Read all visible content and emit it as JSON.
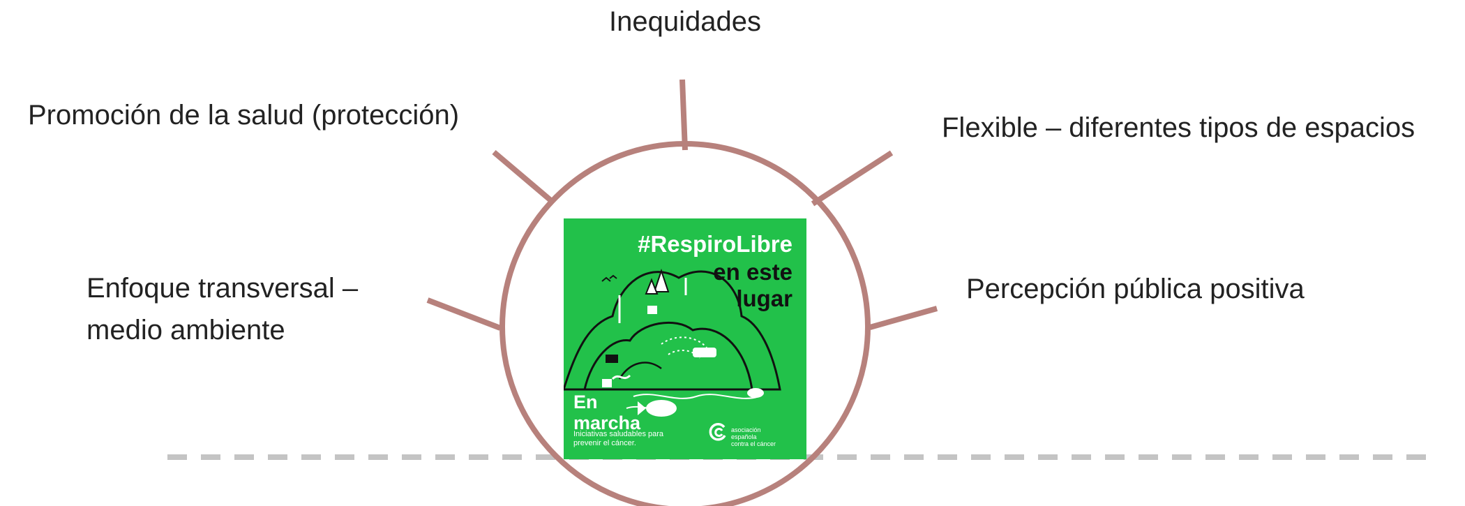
{
  "labels": {
    "top": "Inequidades",
    "top_left": "Promoción de la salud (protección)",
    "top_right": "Flexible – diferentes tipos de espacios",
    "mid_left_line1": "Enfoque transversal –",
    "mid_left_line2": "medio ambiente",
    "mid_right": "Percepción pública positiva"
  },
  "poster": {
    "hashtag": "#RespiroLibre",
    "subtitle_line1": "en este",
    "subtitle_line2": "lugar",
    "en_marcha_line1": "En",
    "en_marcha_line2": "marcha",
    "tagline": "Iniciativas saludables para prevenir el cáncer.",
    "org_line1": "asociación",
    "org_line2": "española",
    "org_line3": "contra el cáncer"
  },
  "colors": {
    "ray": "#b7817c",
    "circle": "#b7817c",
    "dashed_line": "#c4c4c4",
    "poster_green": "#22c14a"
  }
}
